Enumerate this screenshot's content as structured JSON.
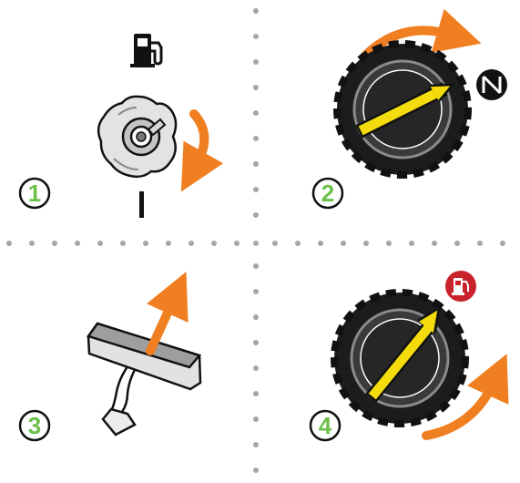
{
  "steps": [
    {
      "number": "1",
      "icon": "fuel-pump-icon",
      "mark": "I",
      "action": "rotate-clockwise-arrow"
    },
    {
      "number": "2",
      "icon": "off-symbol-icon",
      "action": "rotate-clockwise-arrow"
    },
    {
      "number": "3",
      "action": "lift-lever-arrow"
    },
    {
      "number": "4",
      "icon": "fuel-pump-red-icon",
      "action": "rotate-counterclockwise-arrow"
    }
  ],
  "colors": {
    "accent_orange": "#f07f22",
    "step_green": "#6cc04a",
    "knob_yellow": "#f4dc0c",
    "knob_dark": "#1c1c1c",
    "fuel_red": "#c8222a",
    "dot_gray": "#a6a6a6"
  }
}
